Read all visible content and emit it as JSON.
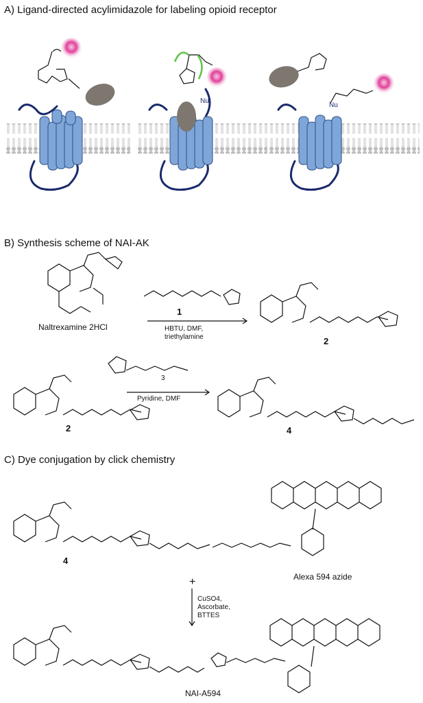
{
  "sectionA": {
    "title": "A) Ligand-directed acylimidazole for labeling opioid receptor",
    "nu1": "Nu",
    "nu2": "Nu"
  },
  "sectionB": {
    "title": "B) Synthesis scheme of NAI-AK",
    "start_name": "Naltrexamine 2HCl",
    "reagent_label": "1",
    "conditions1": [
      "HBTU, DMF,",
      "triethylamine"
    ],
    "product_label_1": "2",
    "reagent2_label": "3",
    "conditions2": "Pyridine, DMF",
    "start2_label": "2",
    "product_label_2": "4"
  },
  "sectionC": {
    "title": "C) Dye conjugation by click chemistry",
    "compound_label": "4",
    "dye_name": "Alexa 594 azide",
    "plus": "+",
    "conditions": [
      "CuSO4,",
      "Ascorbate,",
      "BTTES"
    ],
    "product_name": "NAI-A594"
  },
  "colors": {
    "receptor": "#7fa6d8",
    "loop": "#1a2b6b",
    "ligand": "#7d7770",
    "dye": "#e0409a",
    "arrow": "#5fc24a",
    "membrane": "#bdbdbd"
  }
}
